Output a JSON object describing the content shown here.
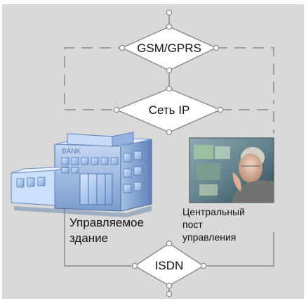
{
  "nodes": {
    "gsm": "GSM/GPRS",
    "ip": "Сеть IP",
    "isdn": "ISDN"
  },
  "building": {
    "sign": "BANK",
    "caption_line1": "Управляемое",
    "caption_line2": "здание"
  },
  "control": {
    "caption_line1": "Центральный",
    "caption_line2": "пост",
    "caption_line3": "управления"
  },
  "colors": {
    "background": "#d9d9d9",
    "line": "#8a8a8a",
    "diamond_fill": "#ffffff",
    "building": "#8fb0dd",
    "photo": "#5e7f8e"
  }
}
